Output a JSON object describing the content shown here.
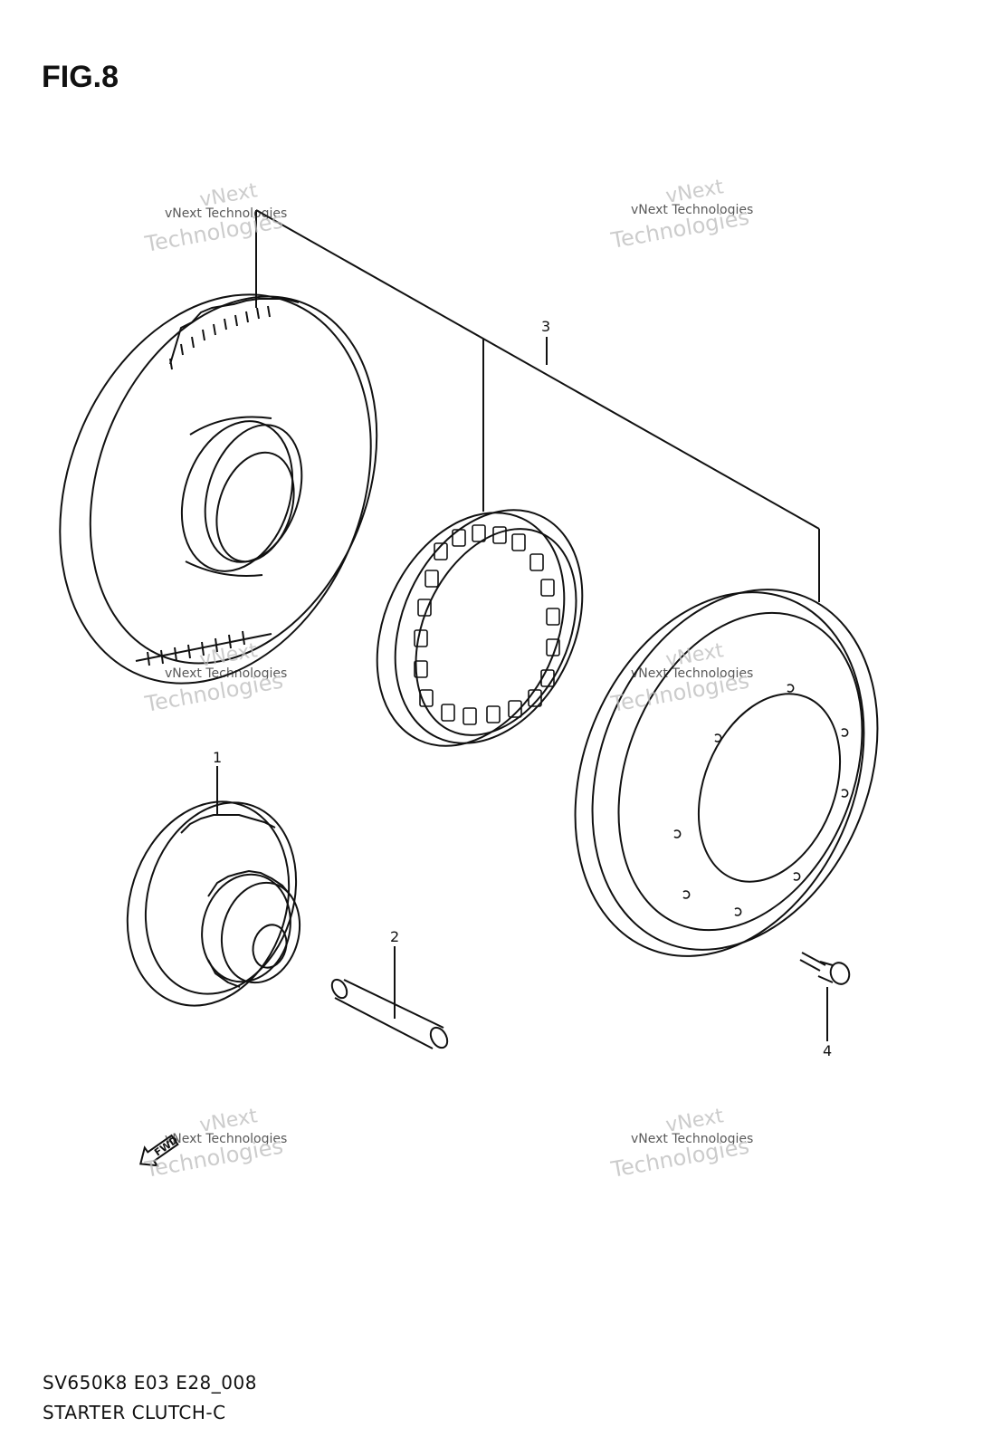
{
  "figure": {
    "title": "FIG.8",
    "code": "SV650K8 E03 E28_008",
    "name": "STARTER CLUTCH-C"
  },
  "callouts": [
    {
      "id": "1",
      "label": "1"
    },
    {
      "id": "2",
      "label": "2"
    },
    {
      "id": "3",
      "label": "3"
    },
    {
      "id": "4",
      "label": "4"
    }
  ],
  "direction_marker": "FWD",
  "watermark": {
    "line1": "vNext Technologies",
    "big1": "vNext",
    "big2": "Technologies"
  }
}
